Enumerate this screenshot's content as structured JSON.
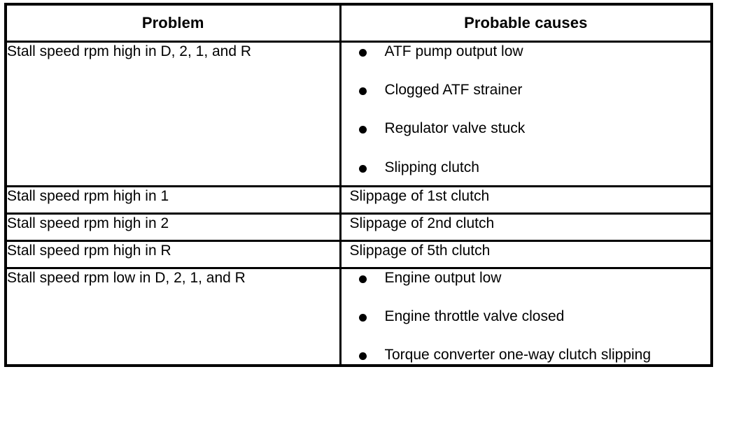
{
  "table": {
    "headers": {
      "problem": "Problem",
      "causes": "Probable causes"
    },
    "rows": [
      {
        "problem": "Stall speed rpm high in D, 2, 1, and R",
        "causes_type": "bullets",
        "causes": [
          "ATF pump output low",
          "Clogged ATF strainer",
          "Regulator valve stuck",
          "Slipping clutch"
        ]
      },
      {
        "problem": "Stall speed rpm high in 1",
        "causes_type": "plain",
        "causes_text": "Slippage of 1st clutch"
      },
      {
        "problem": "Stall speed rpm high in 2",
        "causes_type": "plain",
        "causes_text": "Slippage of 2nd clutch"
      },
      {
        "problem": "Stall speed rpm high in R",
        "causes_type": "plain",
        "causes_text": "Slippage of 5th clutch"
      },
      {
        "problem": "Stall speed rpm low in D, 2, 1, and R",
        "causes_type": "bullets",
        "causes": [
          "Engine output low",
          "Engine throttle valve closed",
          "Torque converter one-way clutch slipping"
        ]
      }
    ]
  },
  "colors": {
    "border": "#000000",
    "text": "#000000",
    "background": "#ffffff"
  }
}
